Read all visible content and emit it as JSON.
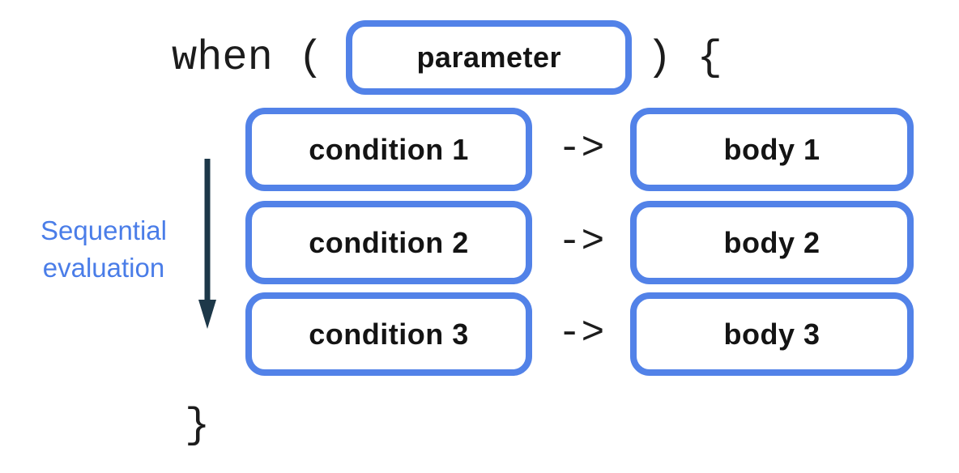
{
  "diagram": {
    "code": {
      "when_open": "when (",
      "paren_close_brace_open": ") {",
      "brace_close": "}"
    },
    "parameter_label": "parameter",
    "rows": [
      {
        "condition": "condition 1",
        "arrow": "->",
        "body": "body 1"
      },
      {
        "condition": "condition 2",
        "arrow": "->",
        "body": "body 2"
      },
      {
        "condition": "condition 3",
        "arrow": "->",
        "body": "body 3"
      }
    ],
    "annotation": {
      "line1": "Sequential",
      "line2": "evaluation"
    },
    "colors": {
      "box_border": "#5282e8",
      "annotation_text": "#4a7de8",
      "sequence_arrow": "#1d3849",
      "code_text": "#1c1c1c"
    }
  }
}
